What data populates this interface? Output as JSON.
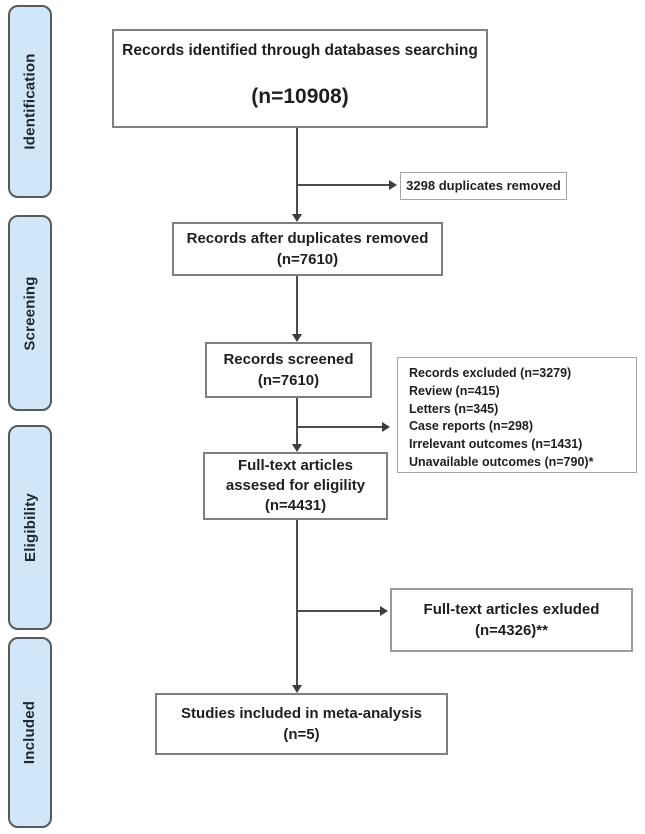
{
  "stages": [
    {
      "label": "Identification"
    },
    {
      "label": "Screening"
    },
    {
      "label": "Eligibility"
    },
    {
      "label": "Included"
    }
  ],
  "boxes": {
    "identified": {
      "line1": "Records identified through databases searching",
      "count": "(n=10908)"
    },
    "duplicates_note": {
      "text": "3298 duplicates removed"
    },
    "after_duplicates": {
      "line1": "Records after duplicates removed",
      "count": "(n=7610)"
    },
    "screened": {
      "line1": "Records screened",
      "count": "(n=7610)"
    },
    "excluded_reasons": {
      "lines": [
        "Records excluded (n=3279)",
        "Review (n=415)",
        "Letters (n=345)",
        "Case reports (n=298)",
        "Irrelevant outcomes (n=1431)",
        "Unavailable outcomes (n=790)*"
      ]
    },
    "fulltext": {
      "line1": "Full-text articles",
      "line2": "assesed for eligility",
      "count": "(n=4431)"
    },
    "fulltext_excluded": {
      "line1": "Full-text articles exluded",
      "count": "(n=4326)**"
    },
    "included": {
      "line1": "Studies included in meta-analysis",
      "count": "(n=5)"
    }
  },
  "colors": {
    "stage_fill": "#cfe7f8",
    "stage_border": "#595959",
    "box_border": "#7f7f7f",
    "note_border": "#a6a6a6",
    "connector": "#4d4d4d",
    "text": "#1f1f1f"
  }
}
